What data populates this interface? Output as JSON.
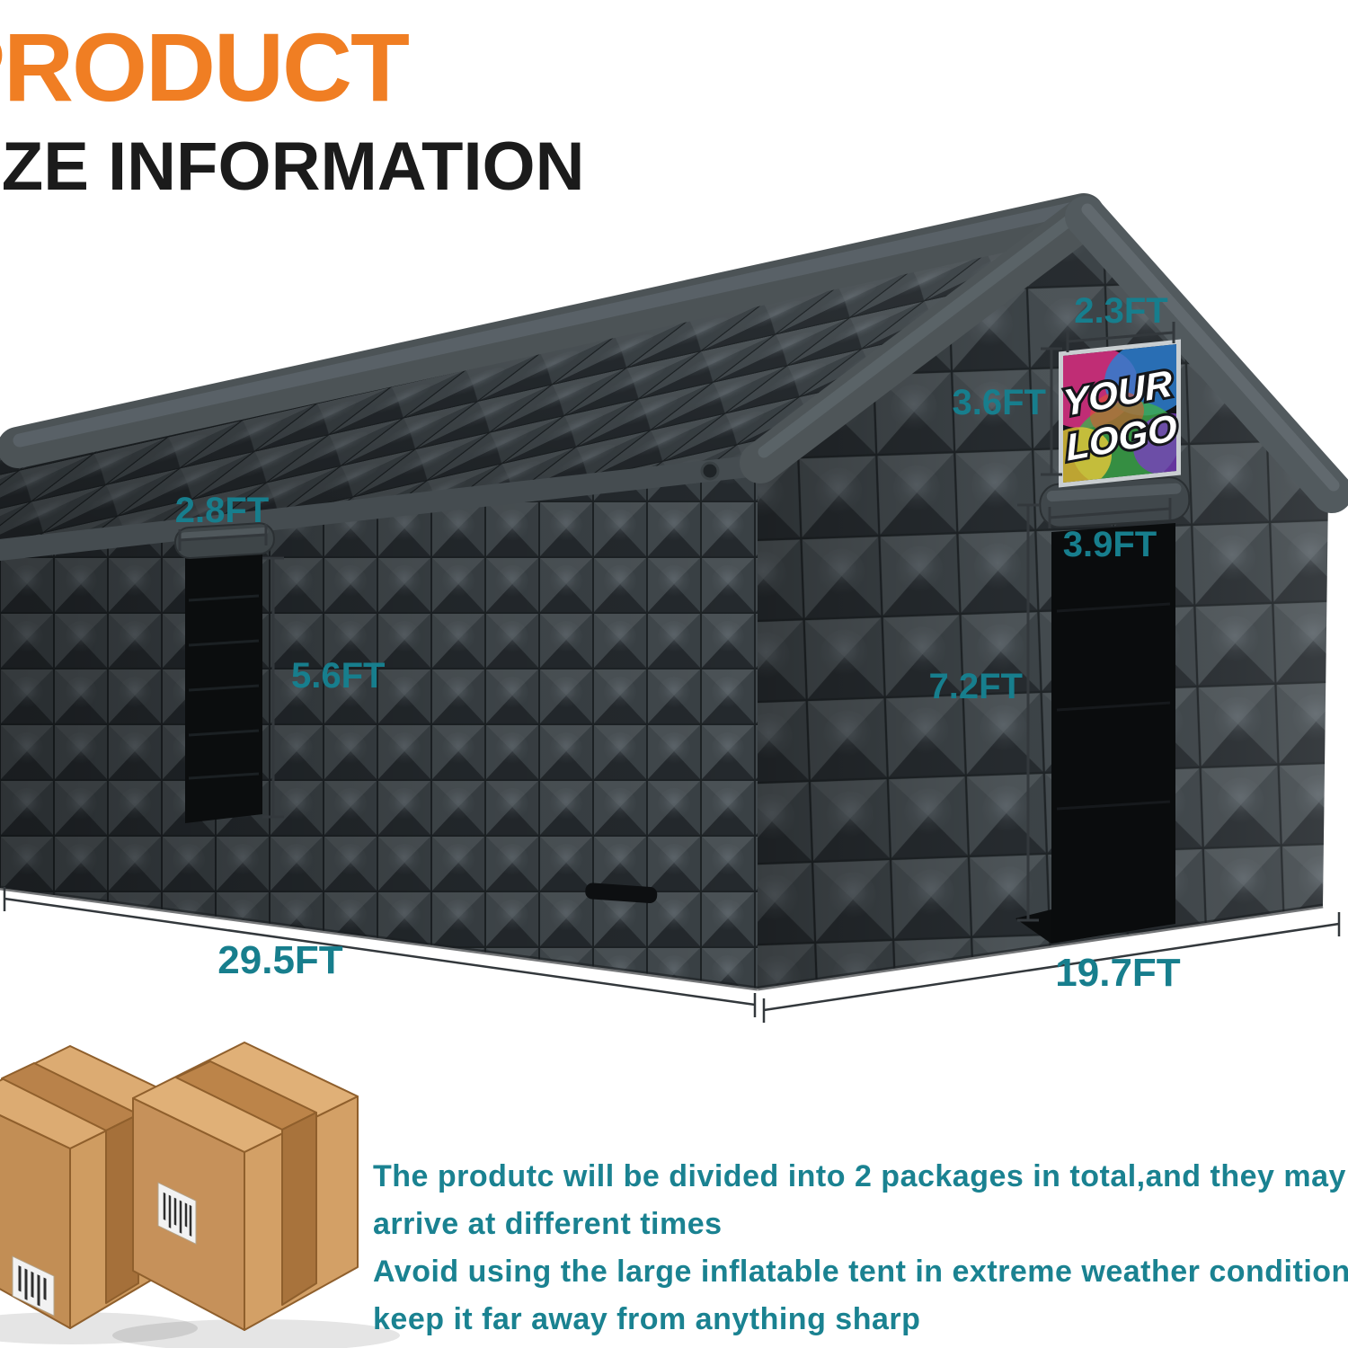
{
  "title": {
    "line1": "PRODUCT",
    "line2": "SIZE INFORMATION"
  },
  "dimension_labels": {
    "logo_width": "2.3FT",
    "logo_height": "3.6FT",
    "front_door_width": "3.9FT",
    "front_door_height": "7.2FT",
    "side_door_width": "2.8FT",
    "side_door_height": "5.6FT",
    "tent_length": "29.5FT",
    "tent_width": "19.7FT"
  },
  "tent": {
    "logo_sign": {
      "line1": "YOUR",
      "line2": "LOGO"
    }
  },
  "notes": {
    "lines": [
      "The produtc will be divided into 2 packages in total,and they may",
      "arrive at different times",
      "Avoid using the large inflatable tent in extreme weather conditions",
      "keep it far away from anything sharp"
    ]
  },
  "colors": {
    "title_accent_orange": "#F07E23",
    "title_dark": "#1B1B1B",
    "label_teal": "#177E8D",
    "note_teal": "#1A8291",
    "tent_dark_gray": "#343A3E",
    "box_tan": "#D3A066"
  }
}
